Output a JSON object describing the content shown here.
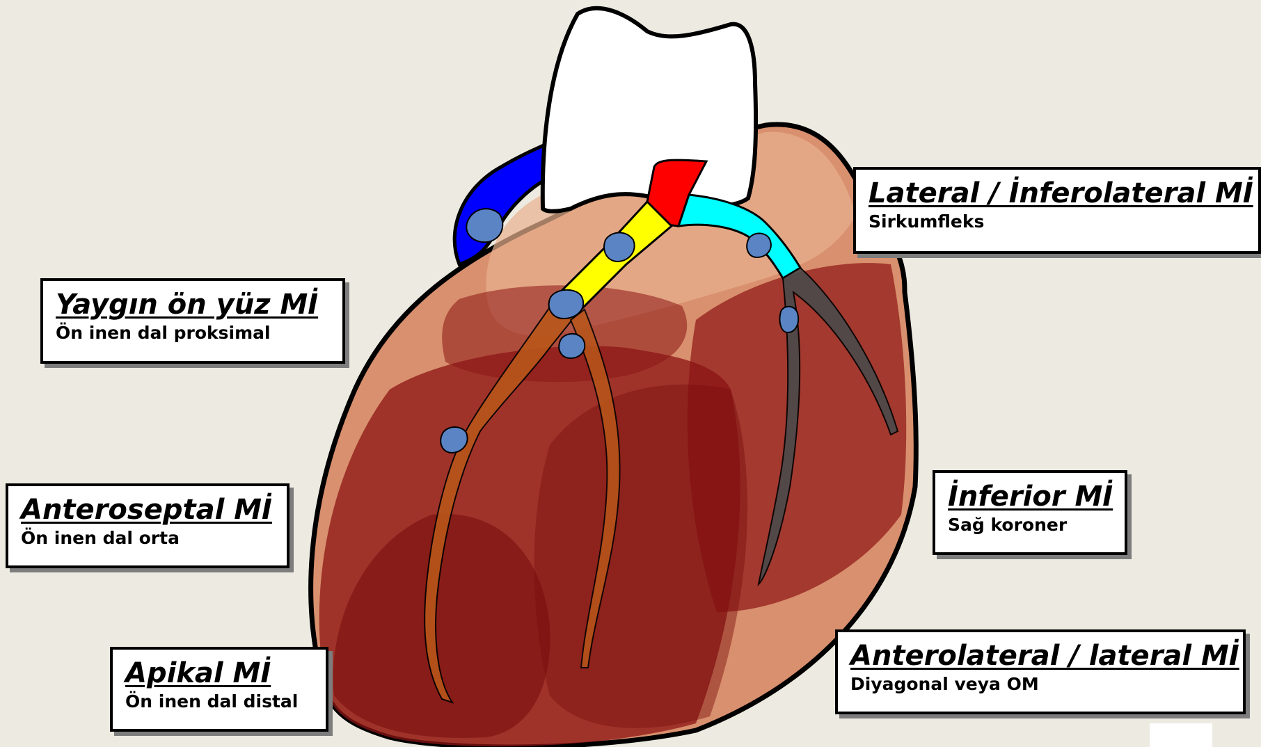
{
  "colors": {
    "background": "#edebe1",
    "heart_outer": "#d9906e",
    "heart_dark": "#8b1414",
    "aorta": "#ffffff",
    "left_main": "#ff0000",
    "lad": "#ffff00",
    "circumflex": "#00ffff",
    "marginal_branch": "#4a4a4a",
    "vein": "#0000ff",
    "occlusion_marker": "#5a84c4"
  },
  "labels": [
    {
      "id": "lateral-inferolateral",
      "title": "Lateral / İnferolateral Mİ",
      "subtitle": "Sirkumfleks"
    },
    {
      "id": "yaygin",
      "title": "Yaygın ön yüz Mİ",
      "subtitle": "Ön inen dal proksimal"
    },
    {
      "id": "anteroseptal",
      "title": "Anteroseptal Mİ",
      "subtitle": "Ön inen dal orta"
    },
    {
      "id": "inferior",
      "title": "İnferior Mİ",
      "subtitle": "Sağ koroner"
    },
    {
      "id": "anterolateral",
      "title": "Anterolateral / lateral Mİ",
      "subtitle": "Diyagonal veya OM"
    },
    {
      "id": "apikal",
      "title": "Apikal Mİ",
      "subtitle": "Ön inen dal distal"
    }
  ]
}
